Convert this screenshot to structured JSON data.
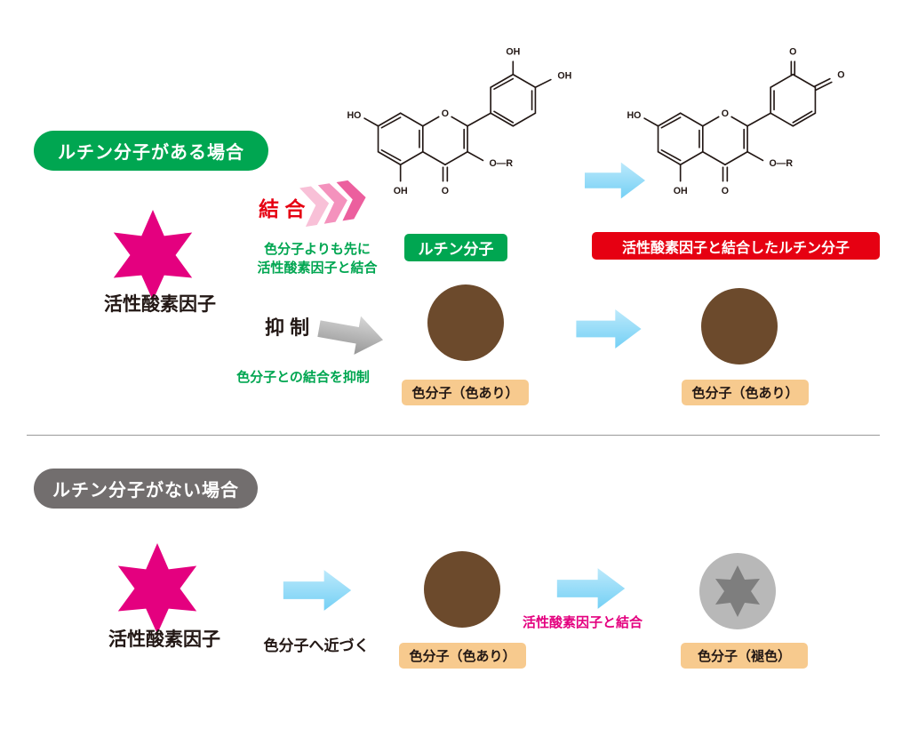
{
  "top": {
    "header": "ルチン分子がある場合",
    "oxidant_label": "活性酸素因子",
    "bond_label": "結 合",
    "bond_note_line1": "色分子よりも先に",
    "bond_note_line2": "活性酸素因子と結合",
    "rutin_badge": "ルチン分子",
    "bound_rutin_badge": "活性酸素因子と結合したルチン分子",
    "suppress_label": "抑 制",
    "suppress_note": "色分子との結合を抑制",
    "pigment_badge_left": "色分子（色あり）",
    "pigment_badge_right": "色分子（色あり）"
  },
  "bottom": {
    "header": "ルチン分子がない場合",
    "oxidant_label": "活性酸素因子",
    "approach_label": "色分子へ近づく",
    "bond_note": "活性酸素因子と結合",
    "pigment_badge": "色分子（色あり）",
    "faded_badge": "色分子（褪色）"
  },
  "chem": {
    "ho": "HO",
    "oh": "OH",
    "o": "O",
    "o_r": "O—R"
  },
  "colors": {
    "green": "#00a651",
    "red": "#e60012",
    "magenta": "#e4007f",
    "blue_arrow": "#7dd2f6",
    "brown": "#6c4a2c",
    "tan": "#f7ca8e",
    "gray_pill": "#726e6e",
    "gray_circle": "#b8b8b8",
    "gray_star": "#7e7e7e"
  }
}
